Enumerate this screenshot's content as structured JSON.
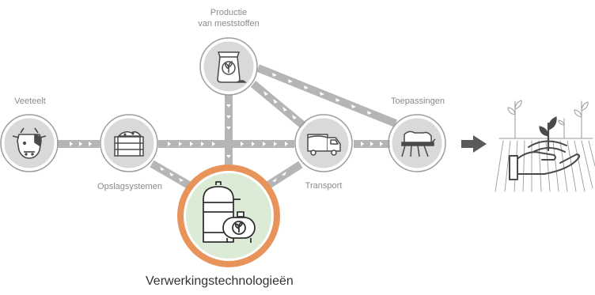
{
  "nodes": {
    "veeteelt": {
      "label": "Veeteelt"
    },
    "opslag": {
      "label": "Opslagsystemen"
    },
    "productie": {
      "label_line1": "Productie",
      "label_line2": "van meststoffen"
    },
    "transport": {
      "label": "Transport"
    },
    "toepassingen": {
      "label": "Toepassingen"
    },
    "verwerking": {
      "label": "Verwerkingstechnologieën"
    }
  },
  "colors": {
    "node_fill": "#d9d9d9",
    "node_ring": "#9e9e9e",
    "track": "#b5b5b5",
    "track_arrow": "#ffffff",
    "icon": "#4a4a4a",
    "highlight_ring": "#e8935a",
    "highlight_fill": "#dcebd6",
    "result_arrow": "#5a5a5a"
  },
  "icons": {
    "veeteelt": "cow-icon",
    "opslag": "storage-crate-icon",
    "productie": "fertilizer-bag-icon",
    "transport": "truck-icon",
    "toepassingen": "tractor-field-icon",
    "verwerking": "digester-tank-icon",
    "result": "hand-plant-icon"
  }
}
